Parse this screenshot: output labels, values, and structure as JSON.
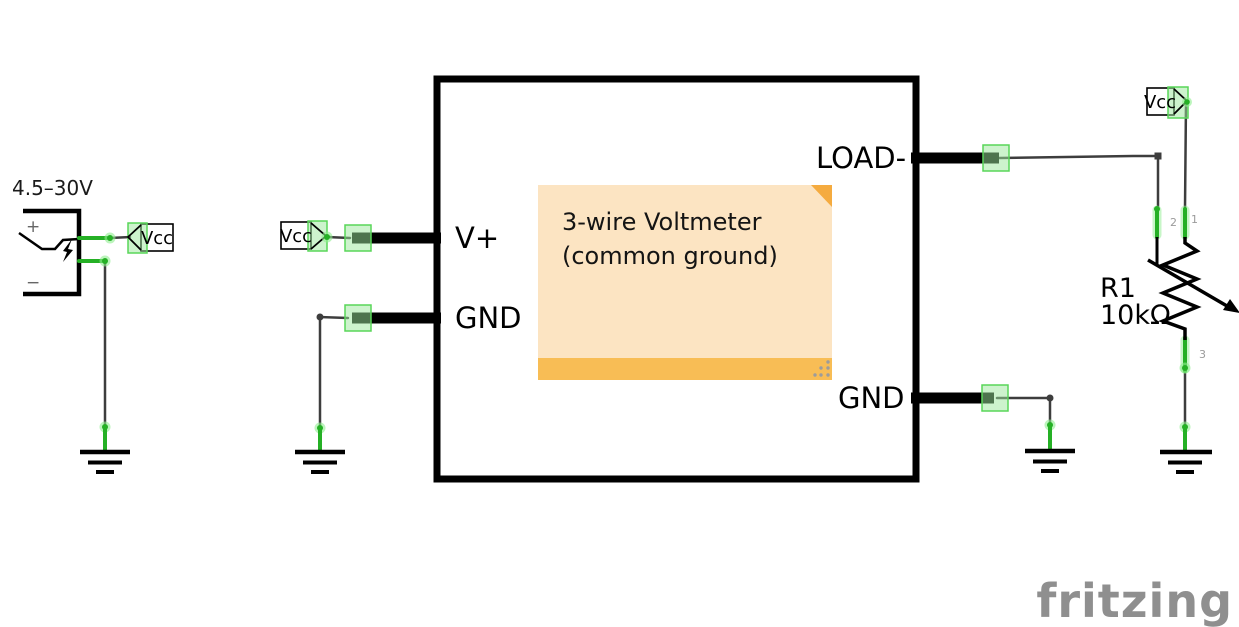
{
  "colors": {
    "wire_green": "#25b025",
    "wire_gray": "#3d3d3d",
    "glow_green": "#90ee90",
    "hl_fill": "#9be89b",
    "hl_border": "#58d658",
    "note_fill": "#fce4c2",
    "note_bar": "#f8bd55",
    "note_fold": "#f5ab3f",
    "logo_gray": "#8f8f8f"
  },
  "battery": {
    "voltage_label": "4.5–30V",
    "plus": "+",
    "minus": "−",
    "vcc_flag": "Vcc"
  },
  "module": {
    "pin_vplus": "V+",
    "pin_gnd_left": "GND",
    "pin_load_minus": "LOAD-",
    "pin_gnd_right": "GND",
    "vcc_flag": "Vcc"
  },
  "note": {
    "line1": "3-wire Voltmeter",
    "line2": "(common ground)"
  },
  "potentiometer": {
    "ref": "R1",
    "value": "10kΩ",
    "pin1": "1",
    "pin2": "2",
    "pin3": "3",
    "vcc_flag": "Vcc"
  },
  "logo": {
    "text": "fritzing"
  }
}
